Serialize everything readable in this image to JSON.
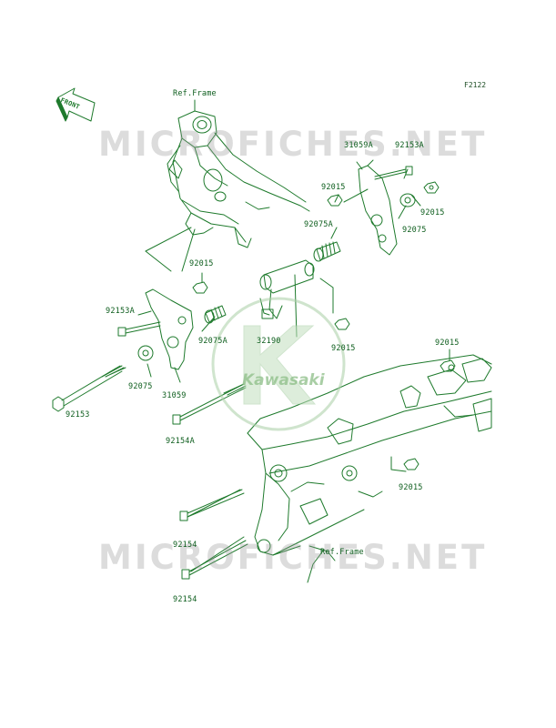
{
  "diagram": {
    "code": "F2122",
    "front_label": "FRONT",
    "watermark": "MICROFICHES.NET",
    "logo_text": "Kawasaki",
    "colors": {
      "line": "#1e7a2c",
      "text": "#0e5e1e",
      "watermark": "#9a9a9a",
      "logo": "#b7d7b4"
    }
  },
  "labels": {
    "ref_frame_top": "Ref.Frame",
    "ref_frame_bottom": "Ref.Frame",
    "p31059a": "31059A",
    "p92153a_right": "92153A",
    "p92015_a": "92015",
    "p92015_b": "92015",
    "p92075a_right": "92075A",
    "p92075_right": "92075",
    "p92015_c": "92015",
    "p92153a_left": "92153A",
    "p92075a_left": "92075A",
    "p32190": "32190",
    "p92015_d": "92015",
    "p92015_e": "92015",
    "p92075_left": "92075",
    "p31059": "31059",
    "p92153": "92153",
    "p92154a": "92154A",
    "p92015_f": "92015",
    "p92154_a": "92154",
    "p92154_b": "92154"
  }
}
